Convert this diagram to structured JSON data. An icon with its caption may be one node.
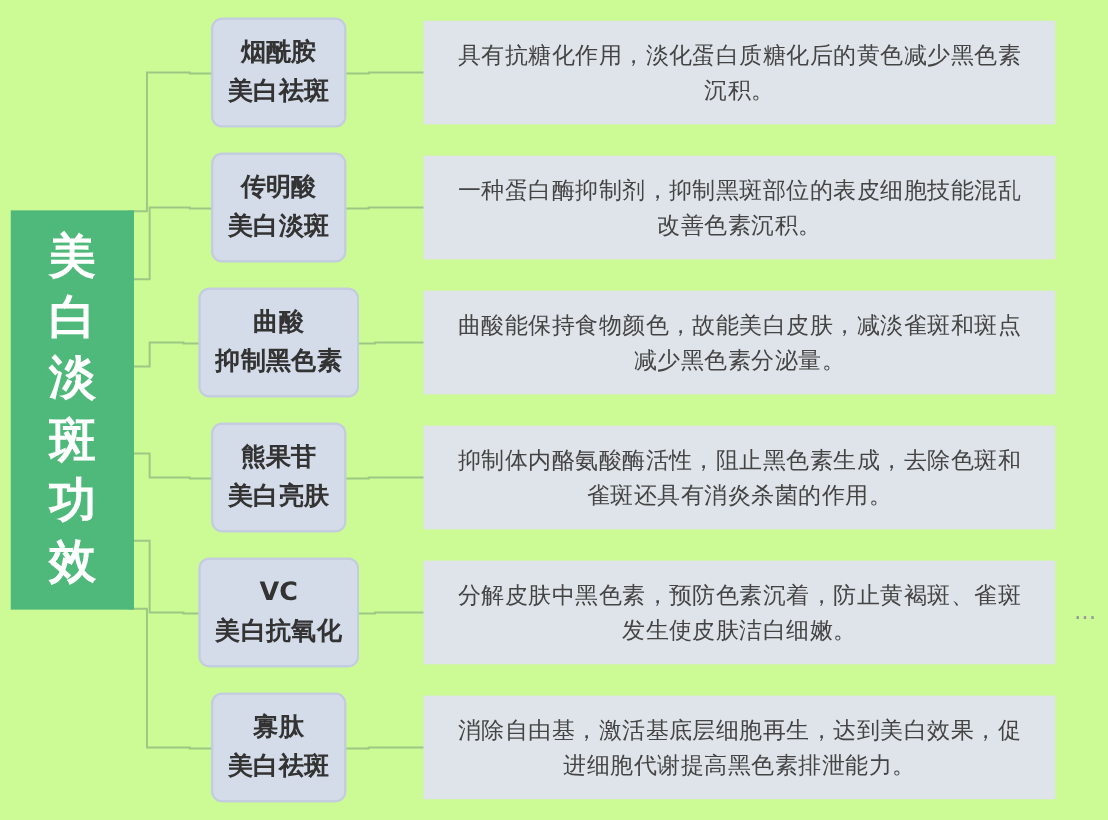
{
  "diagram": {
    "nodes": [
      {
        "text": [
          "美白淡斑功效"
        ]
      },
      {
        "text": [
          "烟酰胺",
          "美白祛斑"
        ]
      },
      {
        "text": [
          "具有抗糖化作用，淡化蛋白质糖化后的黄色减少黑色素沉积。"
        ]
      },
      {
        "text": [
          "传明酸",
          "美白淡斑"
        ]
      },
      {
        "text": [
          "一种蛋白酶抑制剂，抑制黑斑部位的表皮细胞技能混乱改善色素沉积。"
        ]
      },
      {
        "text": [
          "曲酸",
          "抑制黑色素"
        ]
      },
      {
        "text": [
          "曲酸能保持食物颜色，故能美白皮肤，减淡雀斑和斑点减少黑色素分泌量。"
        ]
      },
      {
        "text": [
          "熊果苷",
          "美白亮肤"
        ]
      },
      {
        "text": [
          "抑制体内酪氨酸酶活性，阻止黑色素生成，去除色斑和雀斑还具有消炎杀菌的作用。"
        ]
      },
      {
        "text": [
          "VC",
          "美白抗氧化"
        ]
      },
      {
        "text": [
          "分解皮肤中黑色素，预防色素沉着，防止黄褐斑、雀斑发生使皮肤洁白细嫩。"
        ],
        "beside": [
          "..."
        ]
      },
      {
        "text": [
          "寡肽",
          "美白祛斑"
        ]
      },
      {
        "text": [
          "消除自由基，激活基底层细胞再生，达到美白效果，促进细胞代谢提高黑色素排泄能力。"
        ]
      }
    ],
    "edges": [
      {
        "from": 0,
        "to": 1,
        "arrow": "none"
      },
      {
        "from": 1,
        "to": 2,
        "arrow": "none"
      },
      {
        "from": 0,
        "to": 3,
        "arrow": "none"
      },
      {
        "from": 3,
        "to": 4,
        "arrow": "none"
      },
      {
        "from": 0,
        "to": 5,
        "arrow": "none"
      },
      {
        "from": 5,
        "to": 6,
        "arrow": "none"
      },
      {
        "from": 0,
        "to": 7,
        "arrow": "none"
      },
      {
        "from": 7,
        "to": 8,
        "arrow": "none"
      },
      {
        "from": 0,
        "to": 9,
        "arrow": "none"
      },
      {
        "from": 9,
        "to": 10,
        "arrow": "none"
      },
      {
        "from": 0,
        "to": 11,
        "arrow": "none"
      },
      {
        "from": 11,
        "to": 12,
        "arrow": "none"
      }
    ]
  }
}
